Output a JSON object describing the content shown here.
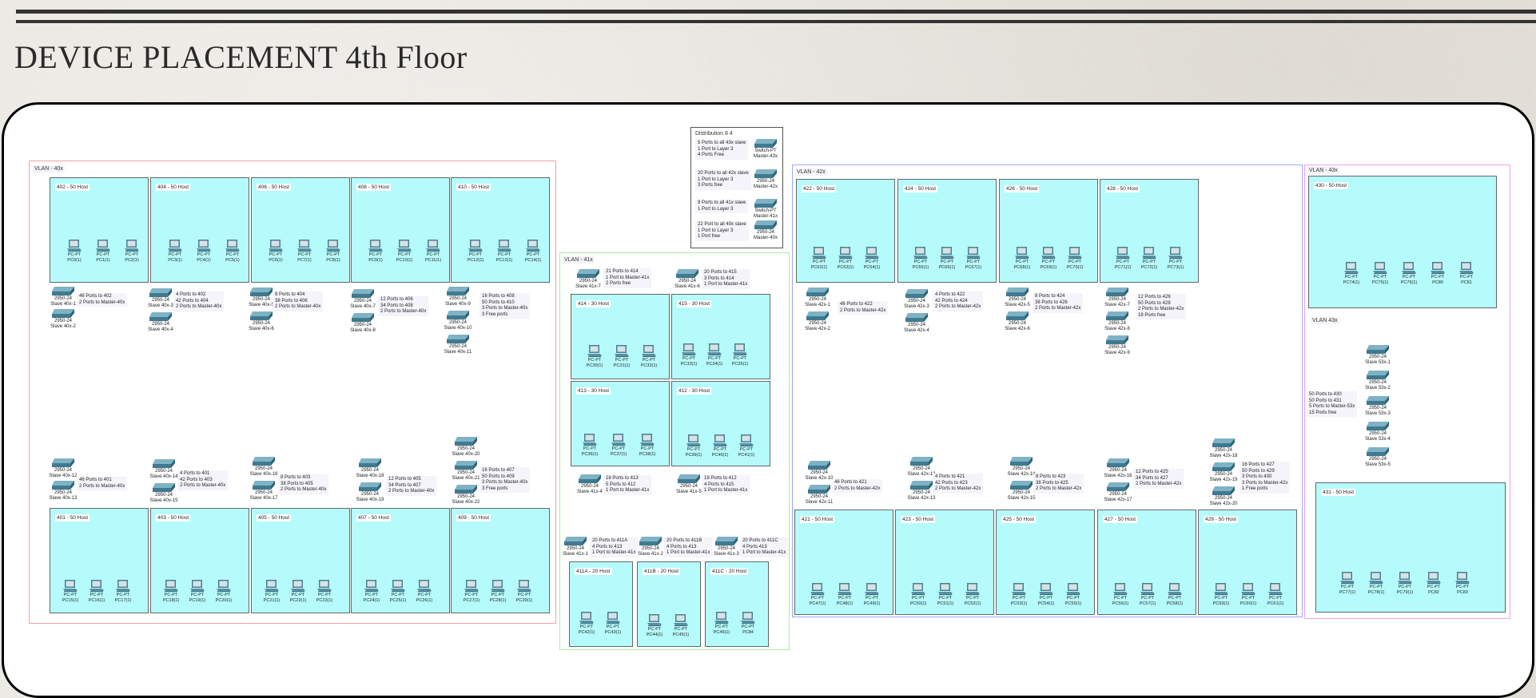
{
  "page": {
    "title": "DEVICE PLACEMENT 4th Floor"
  },
  "distribution": {
    "label": "Distribution 8 4",
    "items": [
      {
        "note": "5 Ports to all 43x slave\n1 Port to Layer 3\n4 Ports Free",
        "model": "Switch-PT",
        "name": "Master-43x"
      },
      {
        "note": "20 Ports to all 42x slave\n1 Port to Layer 3\n3 Ports free",
        "model": "2950-24",
        "name": "Master-42x"
      },
      {
        "note": "9 Ports to all 41x slave\n1 Port to Layer 3",
        "model": "Switch-PT",
        "name": "Master-41x"
      },
      {
        "note": "22 Port to all 40x slave\n1 Port to Layer 3\n1 Port free",
        "model": "2950-24",
        "name": "Master-40x"
      }
    ]
  },
  "vlans": [
    {
      "label": "VLAN - 40x",
      "color": "#f4a0a0",
      "rooms": [
        {
          "label": "402 - 50 Host",
          "pcs": [
            "PC0(1)",
            "PC1(1)",
            "PC2(1)"
          ]
        },
        {
          "label": "404 - 50 Host",
          "pcs": [
            "PC3(1)",
            "PC4(1)",
            "PC5(1)"
          ]
        },
        {
          "label": "406 - 50 Host",
          "pcs": [
            "PC6(1)",
            "PC7(1)",
            "PC8(1)"
          ]
        },
        {
          "label": "408 - 50 Host",
          "pcs": [
            "PC9(1)",
            "PC10(1)",
            "PC11(1)"
          ]
        },
        {
          "label": "410 - 50 Host",
          "pcs": [
            "PC12(1)",
            "PC13(1)",
            "PC14(1)"
          ]
        },
        {
          "label": "401 - 50 Host",
          "pcs": [
            "PC15(1)",
            "PC16(1)",
            "PC17(1)"
          ]
        },
        {
          "label": "403 - 50 Host",
          "pcs": [
            "PC18(1)",
            "PC19(1)",
            "PC20(1)"
          ]
        },
        {
          "label": "405 - 50 Host",
          "pcs": [
            "PC21(1)",
            "PC22(1)",
            "PC23(1)"
          ]
        },
        {
          "label": "407 - 50 Host",
          "pcs": [
            "PC24(1)",
            "PC25(1)",
            "PC26(1)"
          ]
        },
        {
          "label": "409 - 50 Host",
          "pcs": [
            "PC27(1)",
            "PC28(1)",
            "PC29(1)"
          ]
        }
      ],
      "switch_groups": [
        {
          "switches": [
            "Slave 40x-1",
            "Slave 40x-2"
          ],
          "note": "46 Ports to 402\n2 Ports to Master-40x"
        },
        {
          "switches": [
            "Slave 40x-3",
            "Slave 40x-4"
          ],
          "note": "4 Ports to 402\n42 Ports to 404\n2 Ports to Master-40x"
        },
        {
          "switches": [
            "Slave 40x-5",
            "Slave 40x-6"
          ],
          "note": "8 Ports to 404\n38 Ports to 406\n2 Ports to Master-40x"
        },
        {
          "switches": [
            "Slave 40x-7",
            "Slave 40x-8"
          ],
          "note": "12 Ports to 406\n34 Ports to 408\n2 Ports to Master-40x"
        },
        {
          "switches": [
            "Slave 40x-9",
            "Slave 40x-10",
            "Slave 40x-11"
          ],
          "note": "16 Ports to 408\n50 Ports to 410\n3 Ports to Master-40x\n3 Free ports"
        },
        {
          "switches": [
            "Slave 40x-12",
            "Slave 40x-13"
          ],
          "note": "46 Ports to 401\n2 Ports to Master-40x"
        },
        {
          "switches": [
            "Slave 40x-14",
            "Slave 40x-15"
          ],
          "note": "4 Ports to 401\n42 Ports to 403\n2 Ports to Master-40x"
        },
        {
          "switches": [
            "Slave 40x-16",
            "Slave 40x-17"
          ],
          "note": "8 Ports to 403\n38 Ports to 405\n2 Ports to Master-40x"
        },
        {
          "switches": [
            "Slave 40x-18",
            "Slave 40x-19"
          ],
          "note": "12 Ports to 405\n34 Ports to 407\n2 Ports to Master-40x"
        },
        {
          "switches": [
            "Slave 40x-20",
            "Slave 40x-21",
            "Slave 40x-22"
          ],
          "note": "16 Ports to 407\n50 Ports to 409\n3 Ports to Master-40x\n3 Free ports"
        }
      ]
    },
    {
      "label": "VLAN - 41x",
      "color": "#a8eea8",
      "rooms": [
        {
          "label": "414 - 30 Host",
          "pcs": [
            "PC30(1)",
            "PC31(1)",
            "PC32(1)"
          ]
        },
        {
          "label": "415 - 30 Host",
          "pcs": [
            "PC33(1)",
            "PC34(1)",
            "PC35(1)"
          ]
        },
        {
          "label": "413 - 30 Host",
          "pcs": [
            "PC36(1)",
            "PC37(1)",
            "PC38(1)"
          ]
        },
        {
          "label": "412 - 30 Host",
          "pcs": [
            "PC39(1)",
            "PC40(1)",
            "PC41(1)"
          ]
        },
        {
          "label": "411A - 20 Host",
          "pcs": [
            "PC42(1)",
            "PC43(1)"
          ]
        },
        {
          "label": "411B - 20 Host",
          "pcs": [
            "PC44(1)",
            "PC45(1)"
          ]
        },
        {
          "label": "411C - 20 Host",
          "pcs": [
            "PC46(1)",
            "PC84"
          ]
        }
      ],
      "switch_groups": [
        {
          "switches": [
            "Slave 41x-7"
          ],
          "note": "21 Ports to 414\n1 Port to Master-41x\n2 Ports free"
        },
        {
          "switches": [
            "Slave 41x-6"
          ],
          "note": "20 Ports to 415\n3 Ports to 414\n1 Port to Master-41x"
        },
        {
          "switches": [
            "Slave 41x-4"
          ],
          "note": "18 Ports to 413\n5 Ports to 412\n1 Port to Master-41x"
        },
        {
          "switches": [
            "Slave 41x-5"
          ],
          "note": "19 Ports to 412\n4 Ports to 415\n1 Port to Master-41x"
        },
        {
          "switches": [
            "Slave 41x-1"
          ],
          "note": "20 Ports to 411A\n4 Ports to 413\n1 Port to Master-41x"
        },
        {
          "switches": [
            "Slave 41x-2"
          ],
          "note": "20 Ports to 411B\n4 Ports to 413\n1 Port to Master-41x"
        },
        {
          "switches": [
            "Slave 41x-3"
          ],
          "note": "20 Ports to 411C\n4 Ports 413\n1 Port to Master-41x"
        }
      ]
    },
    {
      "label": "VLAN - 42x",
      "color": "#a0a8f0",
      "rooms": [
        {
          "label": "422 - 50 Host",
          "pcs": [
            "PC62(1)",
            "PC63(1)",
            "PC64(1)"
          ]
        },
        {
          "label": "424 - 50 Host",
          "pcs": [
            "PC65(1)",
            "PC66(1)",
            "PC67(1)"
          ]
        },
        {
          "label": "426 - 50 Host",
          "pcs": [
            "PC68(1)",
            "PC69(1)",
            "PC70(1)"
          ]
        },
        {
          "label": "428 - 50 Host",
          "pcs": [
            "PC71(1)",
            "PC72(1)",
            "PC73(1)"
          ]
        },
        {
          "label": "421 - 50 Host",
          "pcs": [
            "PC47(1)",
            "PC48(1)",
            "PC49(1)"
          ]
        },
        {
          "label": "423 - 50 Host",
          "pcs": [
            "PC50(1)",
            "PC51(1)",
            "PC52(1)"
          ]
        },
        {
          "label": "425 - 50 Host",
          "pcs": [
            "PC53(1)",
            "PC54(1)",
            "PC55(1)"
          ]
        },
        {
          "label": "427 - 50 Host",
          "pcs": [
            "PC56(1)",
            "PC57(1)",
            "PC58(1)"
          ]
        },
        {
          "label": "429 - 50 Host",
          "pcs": [
            "PC59(1)",
            "PC60(1)",
            "PC61(1)"
          ]
        }
      ],
      "switch_groups": [
        {
          "switches": [
            "Slave 42x-1",
            "Slave 42x-2"
          ],
          "note": "46 Ports to 422\n2 Ports to Master-42x"
        },
        {
          "switches": [
            "Slave 42x-3",
            "Slave 42x-4"
          ],
          "note": "4 Ports to 422\n42 Ports to 424\n2 Ports to Master-42x"
        },
        {
          "switches": [
            "Slave 42x-5",
            "Slave 42x-6"
          ],
          "note": "8 Ports to 424\n38 Ports to 426\n2 Ports to Master-42x"
        },
        {
          "switches": [
            "Slave 42x-7",
            "Slave 42x-8",
            "Slave 42x-9"
          ],
          "note": "12 Ports to 426\n50 Ports to 428\n2 Ports to Master-42x\n18 Ports free"
        },
        {
          "switches": [
            "Slave 42x-10",
            "Slave 42x-11"
          ],
          "note": "46 Ports to 421\n2 Ports to Master-42x"
        },
        {
          "switches": [
            "Slave 42x-12",
            "Slave 42x-13"
          ],
          "note": "4 Ports to 421\n42 Ports to 423\n2 Ports to Master-42x"
        },
        {
          "switches": [
            "Slave 42x-14",
            "Slave 42x-15"
          ],
          "note": "8 Ports to 423\n38 Ports to 425\n2 Ports to Master-42x"
        },
        {
          "switches": [
            "Slave 42x-16",
            "Slave 42x-17"
          ],
          "note": "12 Ports to 425\n34 Ports to 427\n2 Ports to Master-42x"
        },
        {
          "switches": [
            "Slave 42x-18",
            "Slave 42x-19",
            "Slave 42x-20"
          ],
          "note": "16 Ports to 427\n50 Ports to 429\n3 Ports to 430\n3 Ports to Master-42x\n1 Free ports"
        }
      ]
    },
    {
      "label": "VLAN - 43x",
      "sub_label": "VLAN 43x",
      "color": "#f0a0f0",
      "rooms": [
        {
          "label": "430 - 50 Host",
          "pcs": [
            "PC74(1)",
            "PC75(1)",
            "PC76(1)",
            "PC80",
            "PC81"
          ]
        },
        {
          "label": "431 - 50 Host",
          "pcs": [
            "PC77(1)",
            "PC78(1)",
            "PC79(1)",
            "PC82",
            "PC83"
          ]
        }
      ],
      "switch_groups": [
        {
          "switches": [
            "Slave 53x-1",
            "Slave 53x-2",
            "Slave 53x-3",
            "Slave 53x-4",
            "Slave 53x-5"
          ],
          "note": "50 Ports to 430\n50 Ports to 431\n5 Ports to Master-53x\n15 Ports free"
        }
      ]
    }
  ],
  "device_models": {
    "pc": "PC-PT",
    "switch": "2950-24"
  }
}
